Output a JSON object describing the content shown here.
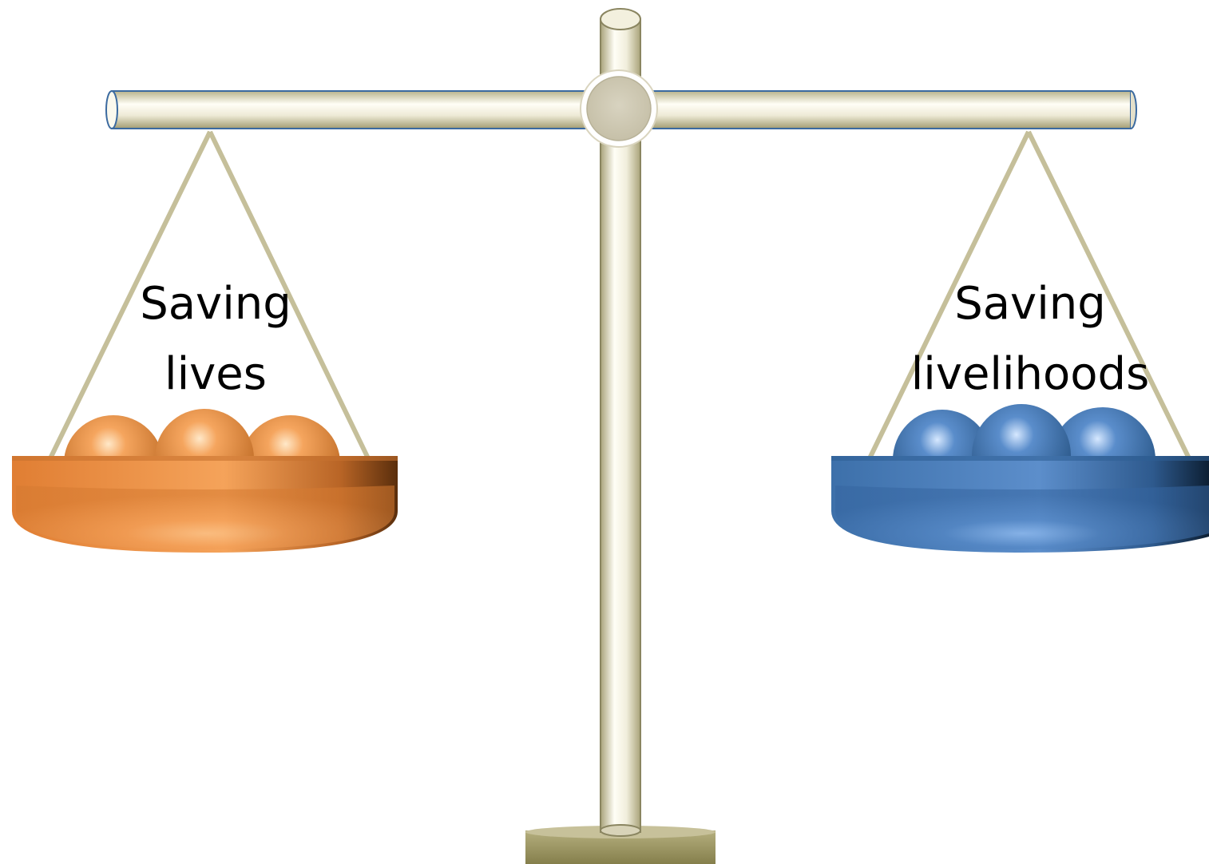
{
  "left_pan": {
    "label_line1": "Saving",
    "label_line2": "lives",
    "color": "#E8893C"
  },
  "right_pan": {
    "label_line1": "Saving",
    "label_line2": "livelihoods",
    "color": "#3E73AD"
  },
  "frame": {
    "color": "#EDEADB",
    "outline": "#8A8560"
  },
  "base": {
    "color": "#9A9460"
  },
  "beam": {
    "outline": "#3B6AA0"
  }
}
